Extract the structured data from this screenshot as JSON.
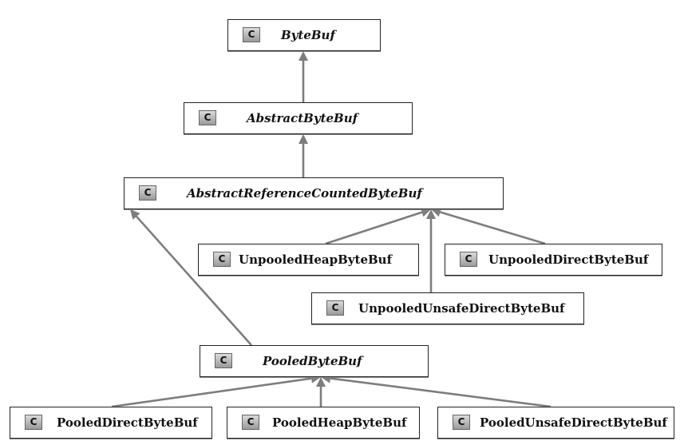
{
  "colors": {
    "edge": "#7d7d7d",
    "border": "#222222",
    "icon": "#b5b5b5"
  },
  "icon": {
    "name": "class-icon",
    "glyph": "C"
  },
  "classes": {
    "bytebuf": {
      "label": "ByteBuf",
      "abstract": true
    },
    "abstractbytebuf": {
      "label": "AbstractByteBuf",
      "abstract": true
    },
    "abstractreferencecountedbytebuf": {
      "label": "AbstractReferenceCountedByteBuf",
      "abstract": true
    },
    "unpooledheapbytebuf": {
      "label": "UnpooledHeapByteBuf",
      "abstract": false
    },
    "unpooleddirectbytebuf": {
      "label": "UnpooledDirectByteBuf",
      "abstract": false
    },
    "unpooledunsafedirectbytebuf": {
      "label": "UnpooledUnsafeDirectByteBuf",
      "abstract": false
    },
    "pooledbytebuf": {
      "label": "PooledByteBuf",
      "abstract": true
    },
    "pooleddirectbytebuf": {
      "label": "PooledDirectByteBuf",
      "abstract": false
    },
    "pooledheapbytebuf": {
      "label": "PooledHeapByteBuf",
      "abstract": false
    },
    "pooledunsafedirectbytebuf": {
      "label": "PooledUnsafeDirectByteBuf",
      "abstract": false
    }
  },
  "inheritance": [
    {
      "child": "abstractbytebuf",
      "parent": "bytebuf"
    },
    {
      "child": "abstractreferencecountedbytebuf",
      "parent": "abstractbytebuf"
    },
    {
      "child": "unpooledheapbytebuf",
      "parent": "abstractreferencecountedbytebuf"
    },
    {
      "child": "unpooleddirectbytebuf",
      "parent": "abstractreferencecountedbytebuf"
    },
    {
      "child": "unpooledunsafedirectbytebuf",
      "parent": "abstractreferencecountedbytebuf"
    },
    {
      "child": "pooledbytebuf",
      "parent": "abstractreferencecountedbytebuf"
    },
    {
      "child": "pooleddirectbytebuf",
      "parent": "pooledbytebuf"
    },
    {
      "child": "pooledheapbytebuf",
      "parent": "pooledbytebuf"
    },
    {
      "child": "pooledunsafedirectbytebuf",
      "parent": "pooledbytebuf"
    }
  ]
}
